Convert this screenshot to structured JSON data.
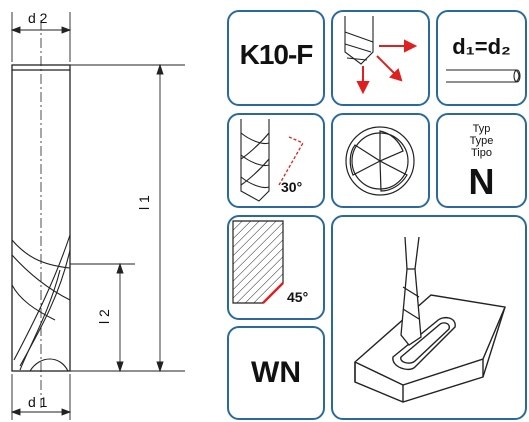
{
  "drawing": {
    "d2_label": "d 2",
    "d1_label": "d 1",
    "l1_label": "l 1",
    "l2_label": "l 2"
  },
  "tiles": {
    "material": {
      "text": "K10-F"
    },
    "diameter_relation": {
      "text": "d₁=d₂"
    },
    "helix": {
      "angle": "30°"
    },
    "type": {
      "lines": [
        "Typ",
        "Type",
        "Tipo"
      ],
      "letter": "N"
    },
    "chamfer": {
      "angle": "45°"
    },
    "shank": {
      "text": "WN"
    }
  },
  "colors": {
    "border": "#2a6a9a",
    "arrow": "#e02020"
  }
}
